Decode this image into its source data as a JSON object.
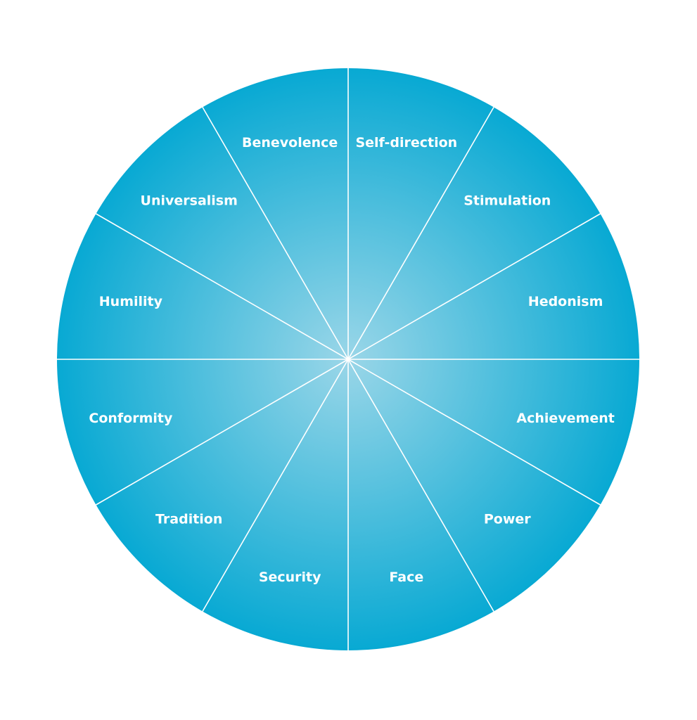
{
  "diagram": {
    "type": "value-wheel",
    "colors": {
      "edge": "#08a9d3",
      "center": "#9ad6e8",
      "divider": "#ffffff",
      "text": "#ffffff"
    },
    "segments": [
      {
        "label": "Self-direction"
      },
      {
        "label": "Stimulation"
      },
      {
        "label": "Hedonism"
      },
      {
        "label": "Achievement"
      },
      {
        "label": "Power"
      },
      {
        "label": "Face"
      },
      {
        "label": "Security"
      },
      {
        "label": "Tradition"
      },
      {
        "label": "Conformity"
      },
      {
        "label": "Humility"
      },
      {
        "label": "Universalism"
      },
      {
        "label": "Benevolence"
      }
    ]
  }
}
